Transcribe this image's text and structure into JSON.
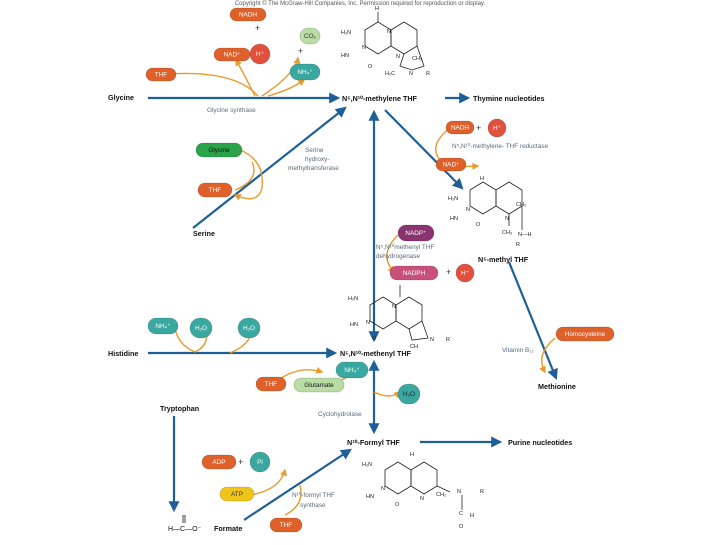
{
  "copyright": "Copyright © The McGraw-Hill Companies, Inc. Permission required for reproduction or display.",
  "colors": {
    "arrow": "#1f5f99",
    "curve": "#e89a2c",
    "pill_orange": "#e0602a",
    "pill_red": "#e0503c",
    "pill_green": "#2aa34a",
    "pill_teal": "#3aa8a0",
    "pill_lightgreen": "#b9dda4",
    "pill_yellow": "#f1c419",
    "pill_purple": "#8b3370",
    "pill_pink": "#c8507a"
  },
  "nodes": {
    "glycine": "Glycine",
    "methylene_thf": "N⁵,N¹⁰-methylene THF",
    "thymine": "Thymine nucleotides",
    "serine": "Serine",
    "methyl_thf": "N⁵-methyl THF",
    "histidine": "Histidine",
    "methenyl_thf": "N⁵,N¹⁰-methenyl THF",
    "methionine": "Methionine",
    "tryptophan": "Tryptophan",
    "formyl_thf": "N¹⁰-Formyl THF",
    "purine": "Purine nucleotides",
    "formate": "Formate",
    "formate_formula": "H—C—O⁻"
  },
  "enzymes": {
    "glycine_synthase": "Glycine synthase",
    "serine_hmt": [
      "Serine",
      "hydroxy-",
      "methyltransferase"
    ],
    "reductase": "N⁵,N¹⁰-methylene- THF reductase",
    "dehydrogenase": [
      "N⁵,N¹⁰methenyl THF",
      "dehydrogenase"
    ],
    "cyclohydrolase": "Cyclohydrolase",
    "vitamin_b12": "Vitamin B₁₂",
    "formyl_synthase": [
      "N¹⁰-formyl THF",
      "synthase"
    ]
  },
  "cofactors": {
    "nadh_top": "NADH",
    "plus1": "+",
    "co2": "CO₂",
    "nad_top": "NAD⁺",
    "h_top": "H⁺",
    "plus2": "+",
    "thf_top": "THF",
    "nh4_top": "NH₄⁺",
    "nadh_right": "NADH",
    "plus3": "+",
    "h_right": "H⁺",
    "nad_right": "NAD⁺",
    "glycine_pill": "Glycine",
    "thf_serine": "THF",
    "nadp_plus": "NADP⁺",
    "nadph": "NADPH",
    "plus4": "+",
    "h_mid": "H⁺",
    "nh4_his": "NH₄⁺",
    "h2o_his1": "H₂O",
    "h2o_his2": "H₂O",
    "homocysteine": "Homocysteine",
    "thf_mid": "THF",
    "glutamate": "Glutamate",
    "nh4_mid": "NH₄⁺",
    "h2o_cyclo": "H₂O",
    "adp": "ADP",
    "plus5": "+",
    "pi": "Pi",
    "atp": "ATP",
    "thf_bottom": "THF"
  },
  "structures": {
    "top": {
      "h1": "H",
      "h2n": "H₂N",
      "n1": "N",
      "n2": "N",
      "h": "H",
      "n5": "N",
      "ch2": "CH₂",
      "h2c": "H₂C",
      "n10": "N",
      "r": "R",
      "hn": "HN",
      "o": "O",
      "oh": "H"
    },
    "methyl": {
      "h1": "H",
      "h2n": "H₂N",
      "n1": "N",
      "n2": "N",
      "ch3": "CH₃",
      "ch2": "CH₂",
      "nh": "N—H",
      "r": "R",
      "hn": "HN",
      "o": "O"
    },
    "methenyl": {
      "h2n": "H₂N",
      "n1": "N",
      "n2": "N",
      "hn": "HN",
      "o": "O",
      "ch": "CH",
      "n10": "N",
      "r": "R"
    },
    "formyl": {
      "h1": "H",
      "h2n": "H₂N",
      "n1": "N",
      "n2": "N",
      "hn": "HN",
      "o": "O",
      "ch2": "CH₂",
      "n10": "N",
      "r": "R",
      "c": "C",
      "o2": "O",
      "h2": "H"
    }
  }
}
